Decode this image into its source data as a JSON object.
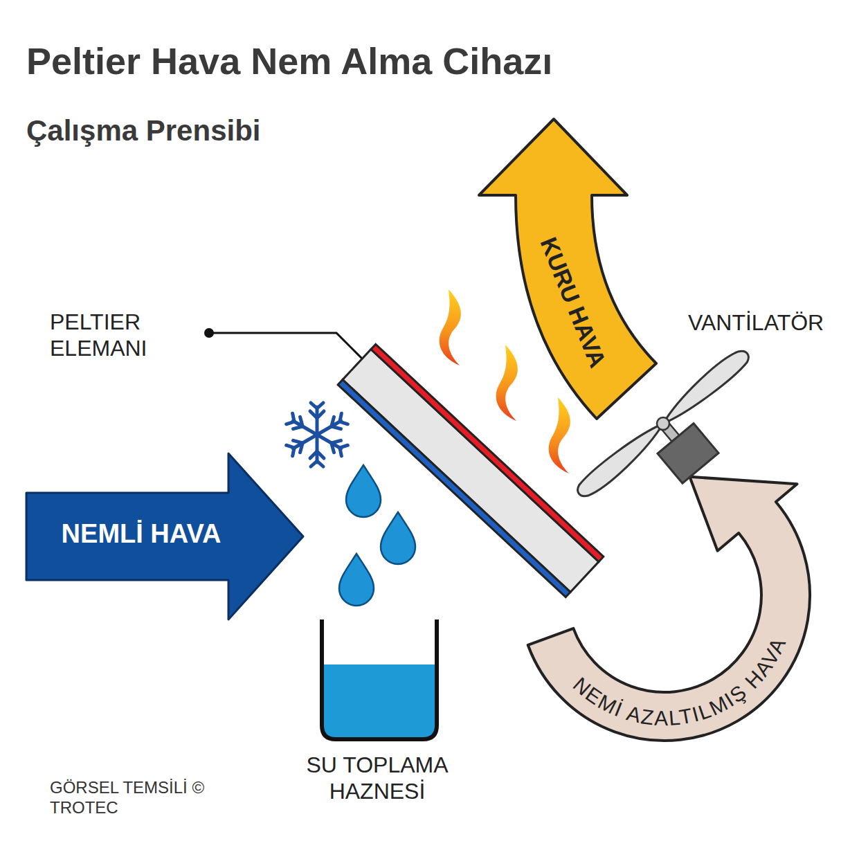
{
  "diagram": {
    "title": "Peltier Hava Nem Alma Cihazı",
    "labels": [
      "Çalışma Prensibi",
      "PELTIER ELEMANI",
      "VANTİLATÖR",
      "KURU HAVA",
      "NEMLİ HAVA",
      "NEMİ AZALTILMIŞ HAVA",
      "SU TOPLAMA HAZNESİ",
      "GÖRSEL TEMSİLİ © TROTEC"
    ]
  }
}
